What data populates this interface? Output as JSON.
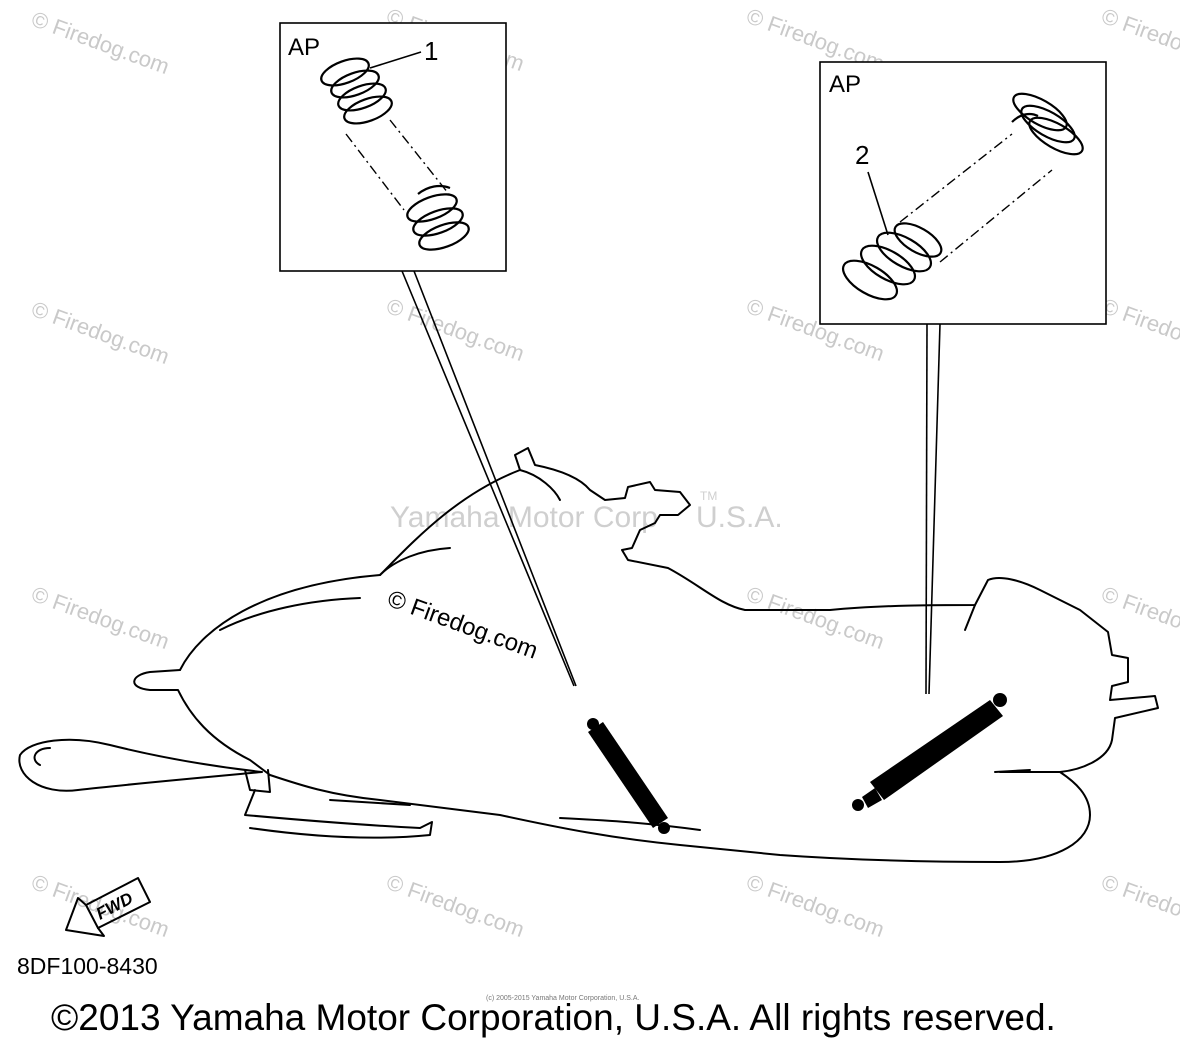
{
  "watermark": {
    "tile_text": "© Firedog.com",
    "center_text": "© Firedog.com",
    "brand_text": "Yamaha Motor Corp",
    "brand_trademark": "TM",
    "brand_suffix": "U.S.A."
  },
  "callouts": [
    {
      "tag": "AP",
      "part_number": "1"
    },
    {
      "tag": "AP",
      "part_number": "2"
    }
  ],
  "direction_arrow": {
    "label": "FWD"
  },
  "diagram_code": "8DF100-8430",
  "copyright_small": "(c) 2005-2015 Yamaha Motor Corporation, U.S.A.",
  "copyright": "©2013 Yamaha Motor Corporation, U.S.A. All rights reserved."
}
